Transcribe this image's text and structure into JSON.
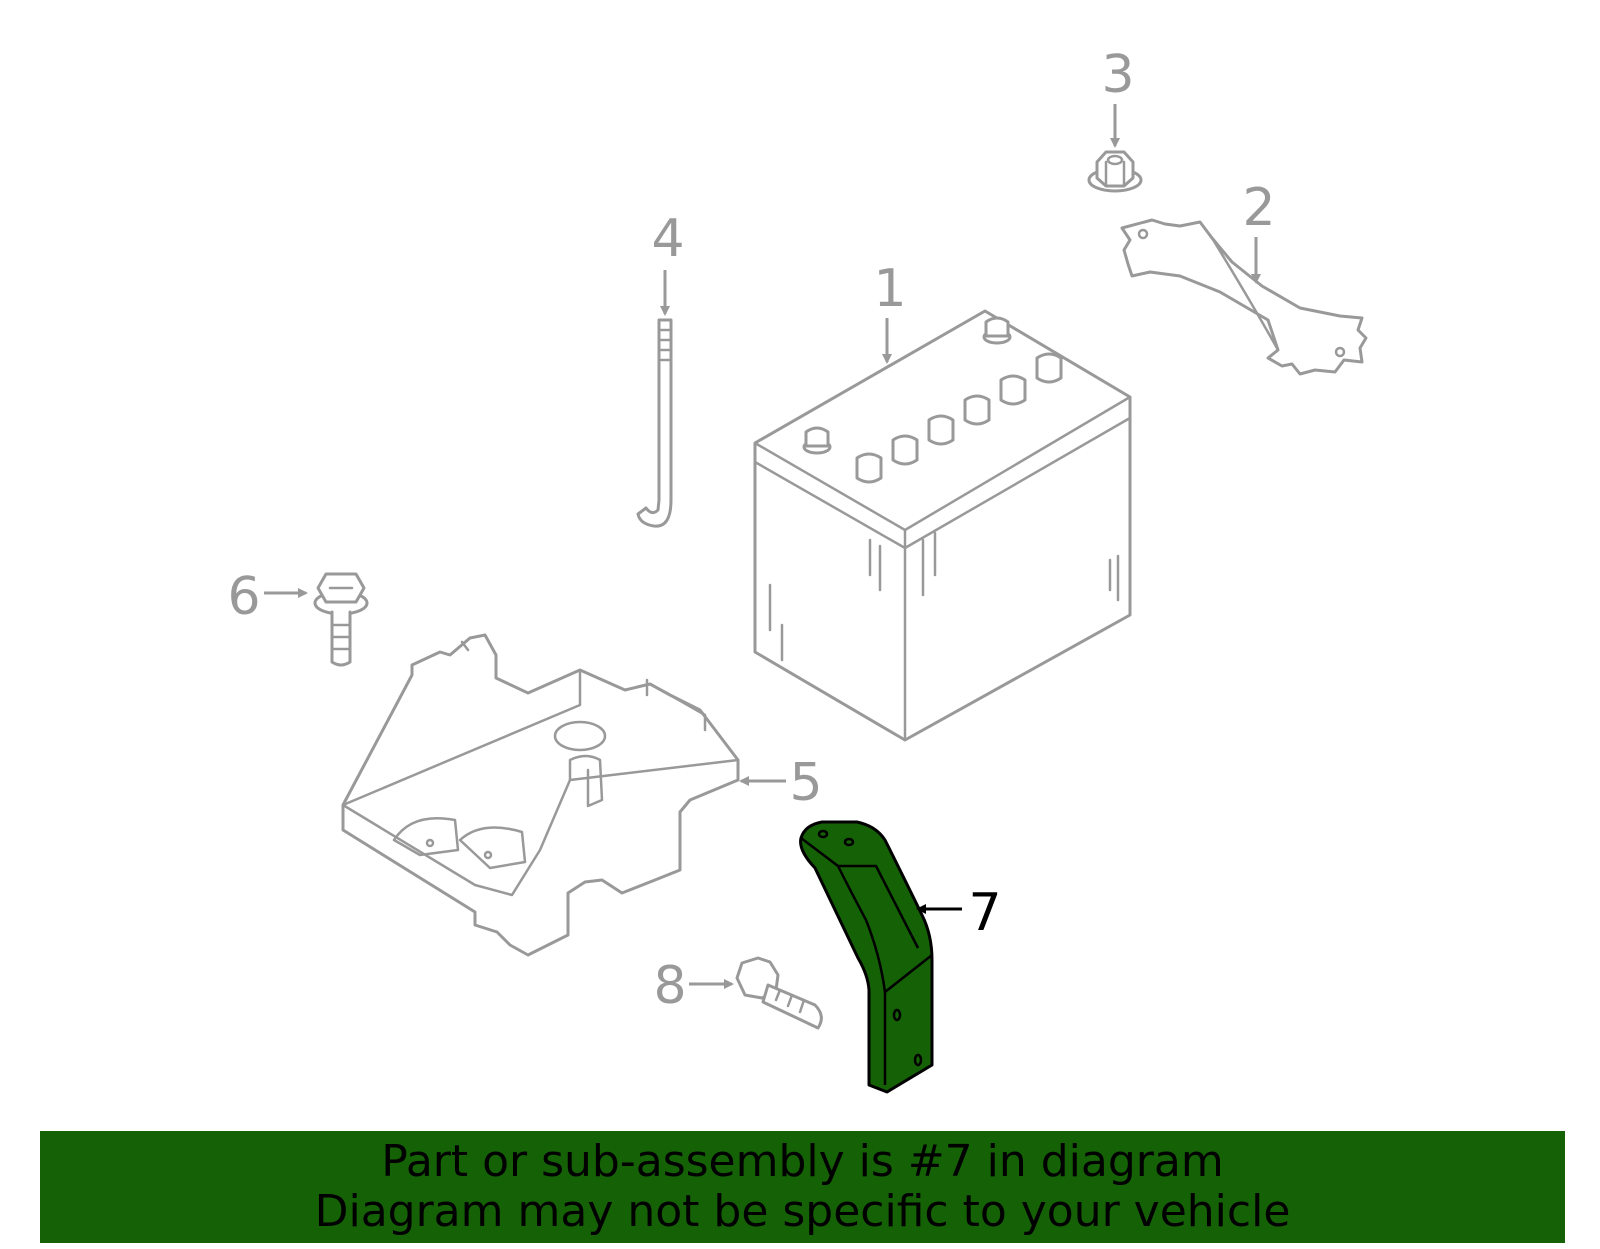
{
  "callouts": [
    {
      "id": "1",
      "highlighted": false
    },
    {
      "id": "2",
      "highlighted": false
    },
    {
      "id": "3",
      "highlighted": false
    },
    {
      "id": "4",
      "highlighted": false
    },
    {
      "id": "5",
      "highlighted": false
    },
    {
      "id": "6",
      "highlighted": false
    },
    {
      "id": "7",
      "highlighted": true
    },
    {
      "id": "8",
      "highlighted": false
    }
  ],
  "banner": {
    "line1": "Part or sub-assembly is #7 in diagram",
    "line2": "Diagram may not be specific to your vehicle"
  },
  "colors": {
    "highlight": "#156106",
    "part_lines": "#999999",
    "highlight_text": "#000000"
  }
}
